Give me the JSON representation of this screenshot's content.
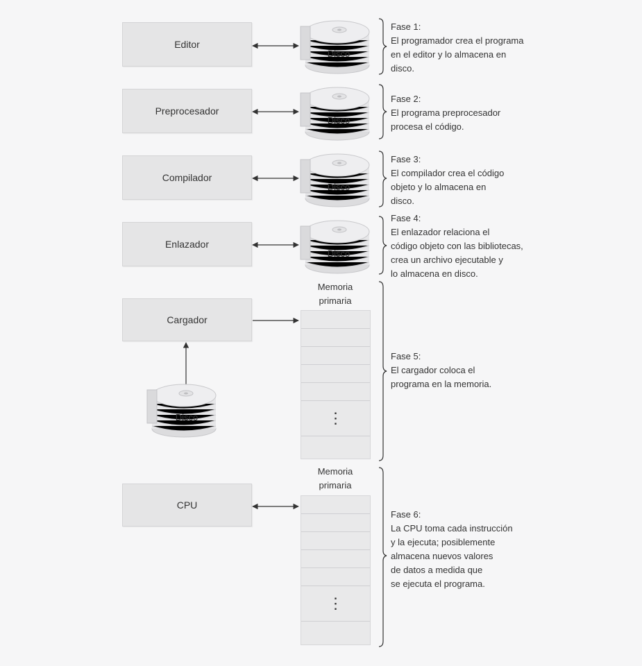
{
  "boxes": {
    "editor": "Editor",
    "preprocessor": "Preprocesador",
    "compiler": "Compilador",
    "linker": "Enlazador",
    "loader": "Cargador",
    "cpu": "CPU"
  },
  "disk_label": "Disco",
  "memory_label": "Memoria\nprimaria",
  "memory_ellipsis": "⋮",
  "phases": {
    "phase1": "Fase 1:\nEl programador crea el programa\nen el editor y lo almacena en\ndisco.",
    "phase2": "Fase 2:\nEl programa preprocesador\nprocesa el código.",
    "phase3": "Fase 3:\nEl compilador crea el código\nobjeto y lo almacena en\ndisco.",
    "phase4": "Fase 4:\nEl enlazador relaciona el\ncódigo objeto con las bibliotecas,\ncrea un archivo ejecutable y\nlo almacena en disco.",
    "phase5": "Fase 5:\nEl cargador coloca el\nprograma en la memoria.",
    "phase6": "Fase 6:\nLa CPU toma cada instrucción\ny la ejecuta; posiblemente\n almacena nuevos valores\nde datos a medida que\nse ejecuta el programa."
  },
  "colors": {
    "background": "#f6f6f7",
    "box_fill": "#e5e5e6",
    "disk_fill": "#e8e8ea",
    "line": "#333333"
  }
}
